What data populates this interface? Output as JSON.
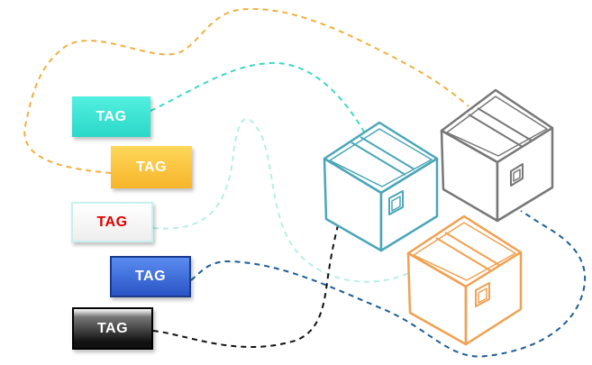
{
  "tags": [
    {
      "label": "TAG",
      "color": "#2ad8c8"
    },
    {
      "label": "TAG",
      "color": "#f6b52a"
    },
    {
      "label": "TAG",
      "color": "#e00000"
    },
    {
      "label": "TAG",
      "color": "#2a54c6"
    },
    {
      "label": "TAG",
      "color": "#111111"
    }
  ],
  "boxes": [
    {
      "icon": "cardboard-box-icon",
      "color": "#4aa6b8"
    },
    {
      "icon": "cardboard-box-icon",
      "color": "#777777"
    },
    {
      "icon": "cardboard-box-icon",
      "color": "#f0a050"
    }
  ],
  "connector_colors": {
    "teal": "#3ed8c6",
    "yellow": "#f0b040",
    "mint": "#b5efe6",
    "blue": "#1d5d97",
    "black": "#111111"
  }
}
